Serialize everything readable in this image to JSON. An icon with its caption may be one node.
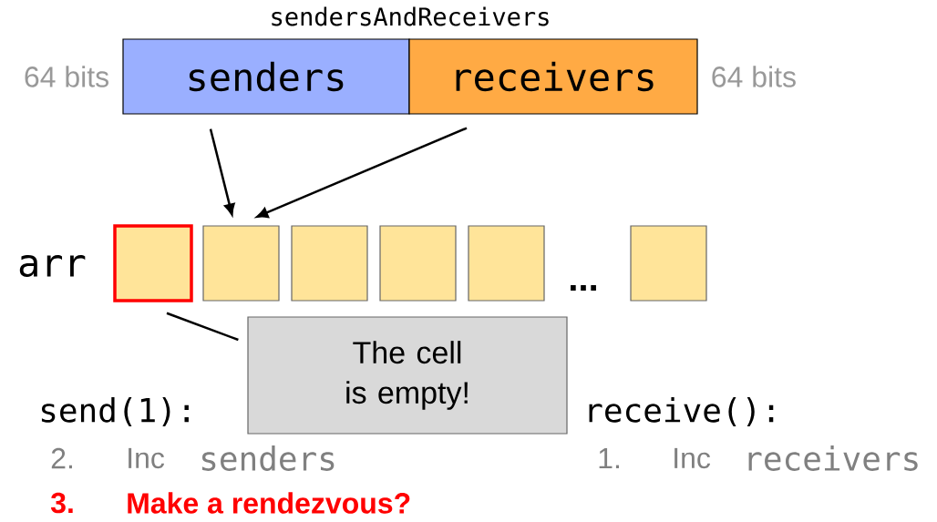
{
  "diagram": {
    "nodes": [
      {
        "text": [
          "senders"
        ],
        "beside": [
          "64 bits"
        ]
      },
      {
        "text": [
          "receivers"
        ],
        "beside": [
          "64 bits"
        ]
      },
      {
        "text": [],
        "shape": "box"
      },
      {
        "text": [],
        "shape": "box"
      },
      {
        "text": [],
        "shape": "box"
      },
      {
        "text": [],
        "shape": "box"
      },
      {
        "text": [],
        "shape": "box"
      },
      {
        "text": [],
        "shape": "box"
      },
      {
        "text": [
          "The cell is empty!"
        ]
      }
    ],
    "edges": [
      {
        "from": 0,
        "to": 3,
        "arrow": "to"
      },
      {
        "from": 1,
        "to": 3,
        "arrow": "to"
      },
      {
        "from": 8,
        "to": 2,
        "arrow": "none"
      }
    ],
    "labels": [
      "sendersAndReceivers",
      "arr",
      "...",
      "send(1):",
      "receive():",
      "2.",
      "Inc",
      "senders",
      "1.",
      "Inc",
      "receivers",
      "3.",
      "Make a rendezvous?"
    ]
  }
}
